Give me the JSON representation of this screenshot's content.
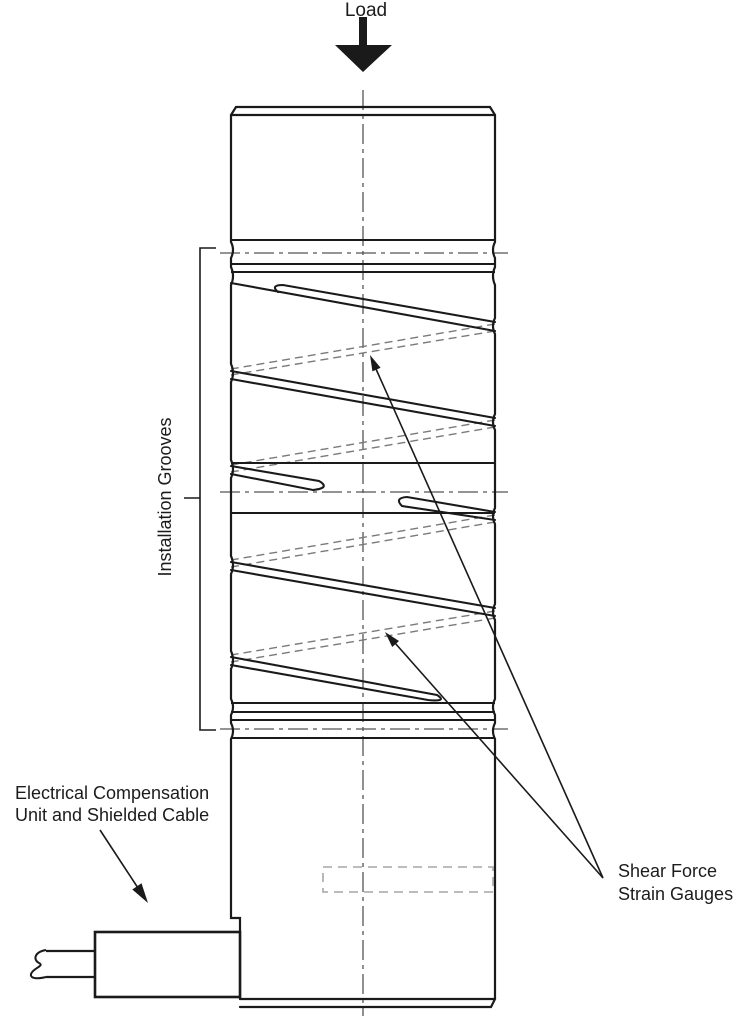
{
  "labels": {
    "load": "Load",
    "installation_grooves": "Installation Grooves",
    "electrical_line1": "Electrical Compensation",
    "electrical_line2": "Unit and Shielded Cable",
    "shear_line1": "Shear Force",
    "shear_line2": "Strain Gauges"
  },
  "colors": {
    "outline": "#1a1a1a",
    "hidden_line": "#7a7a7a",
    "centerline": "#555555",
    "hidden_rect": "#a6a6a6",
    "text": "#1c1c1c",
    "background": "#ffffff"
  }
}
